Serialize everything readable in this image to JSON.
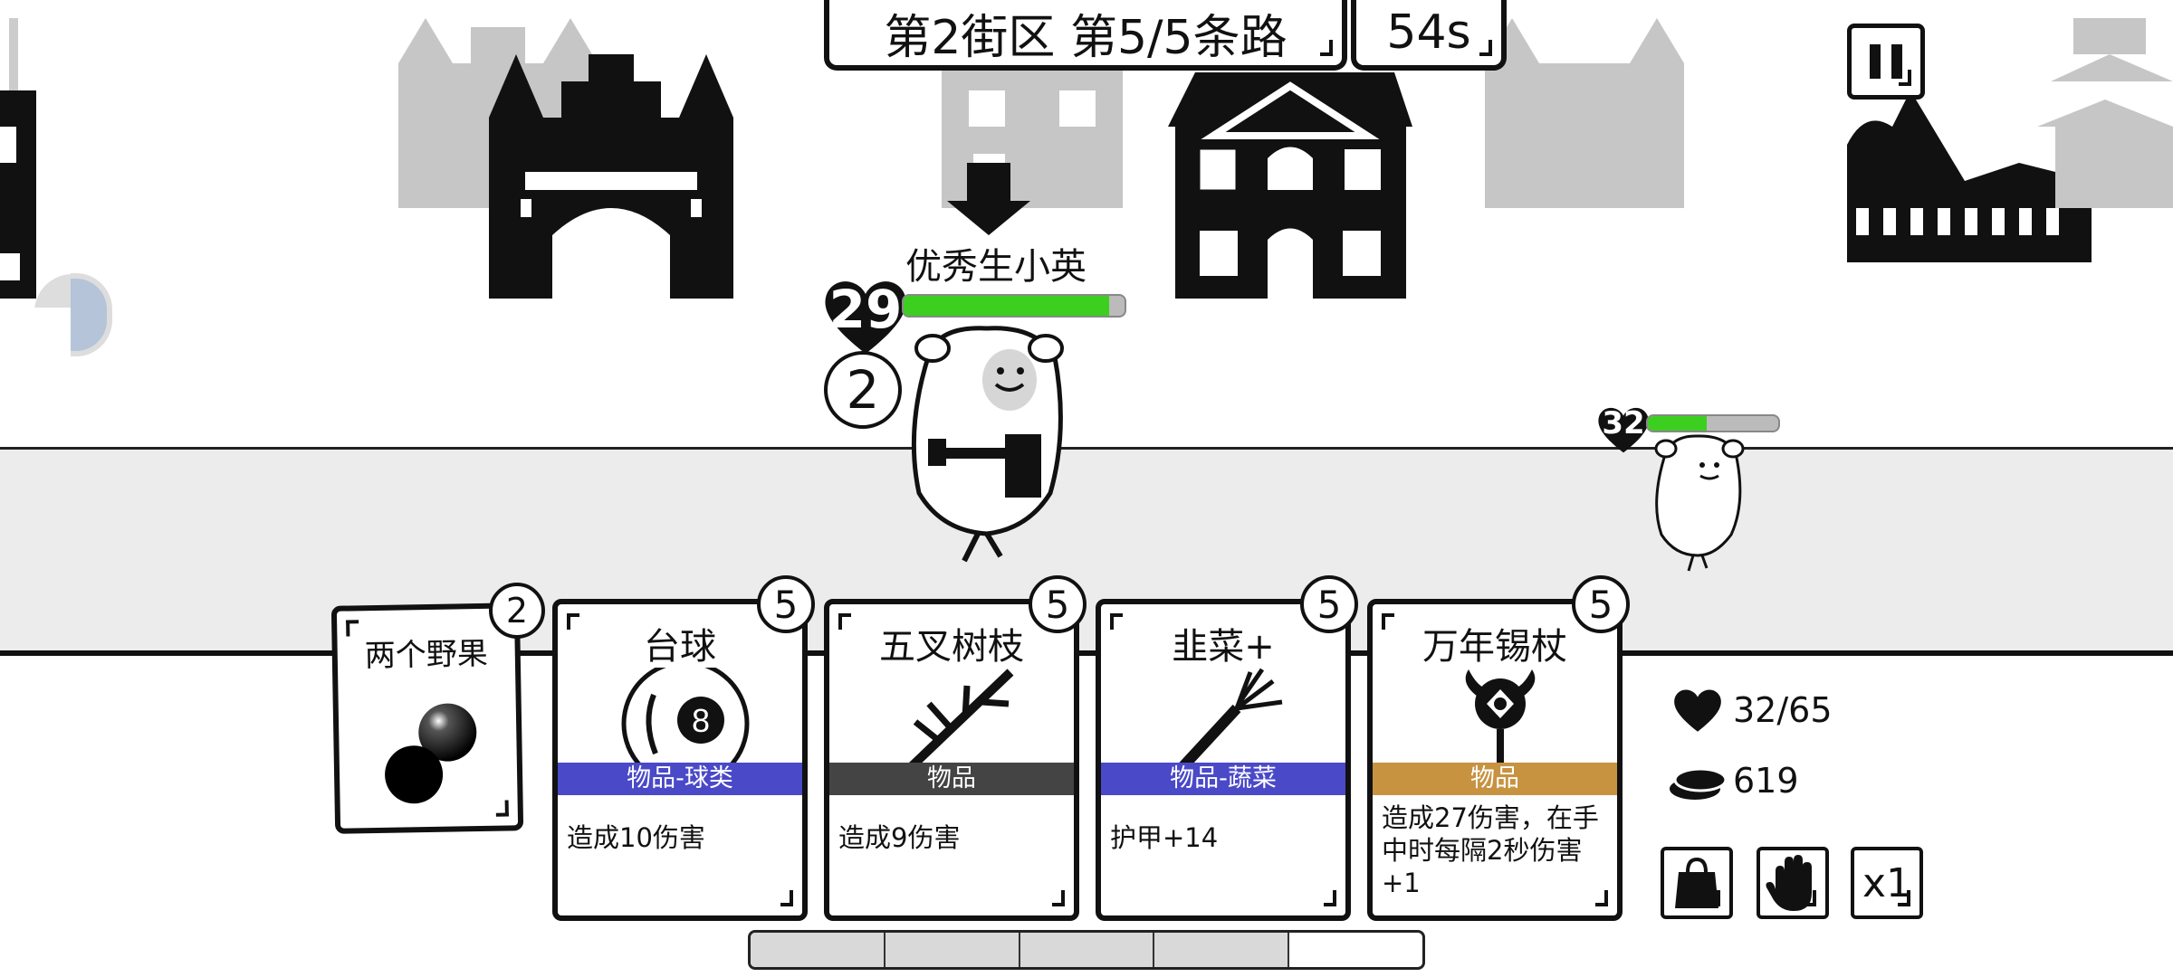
{
  "header": {
    "stage": "第2街区 第5/5条路",
    "timer": "54s"
  },
  "enemy": {
    "name": "优秀生小英",
    "hp": "29",
    "hp_fraction": 0.93,
    "counter": "2"
  },
  "player": {
    "hp": "32",
    "hp_fraction": 0.45
  },
  "cards": [
    {
      "name": "两个野果",
      "cost": "2",
      "type": "",
      "desc": "",
      "band_color": ""
    },
    {
      "name": "台球",
      "cost": "5",
      "type": "物品-球类",
      "desc": "造成10伤害",
      "band_color": "#4a49c8",
      "icon_text": "8"
    },
    {
      "name": "五叉树枝",
      "cost": "5",
      "type": "物品",
      "desc": "造成9伤害",
      "band_color": "#444444"
    },
    {
      "name": "韭菜+",
      "cost": "5",
      "type": "物品-蔬菜",
      "desc": "护甲+14",
      "band_color": "#4a49c8"
    },
    {
      "name": "万年锡杖",
      "cost": "5",
      "type": "物品",
      "desc": "造成27伤害，在手中时每隔2秒伤害+1",
      "band_color": "#c79341"
    }
  ],
  "stats": {
    "health": "32/65",
    "coins": "619"
  },
  "controls": {
    "speed_label": "x1"
  },
  "icons": {
    "pause": "pause-icon",
    "bag": "shopping-bag-icon",
    "hand": "hand-icon",
    "heart": "heart-icon",
    "coins": "coins-icon"
  },
  "progress": {
    "segments": 5,
    "filled": 4
  },
  "colors": {
    "hp_green": "#3ccf1f",
    "blue_band": "#4a49c8",
    "gray_band": "#444444",
    "gold_band": "#c79341"
  }
}
